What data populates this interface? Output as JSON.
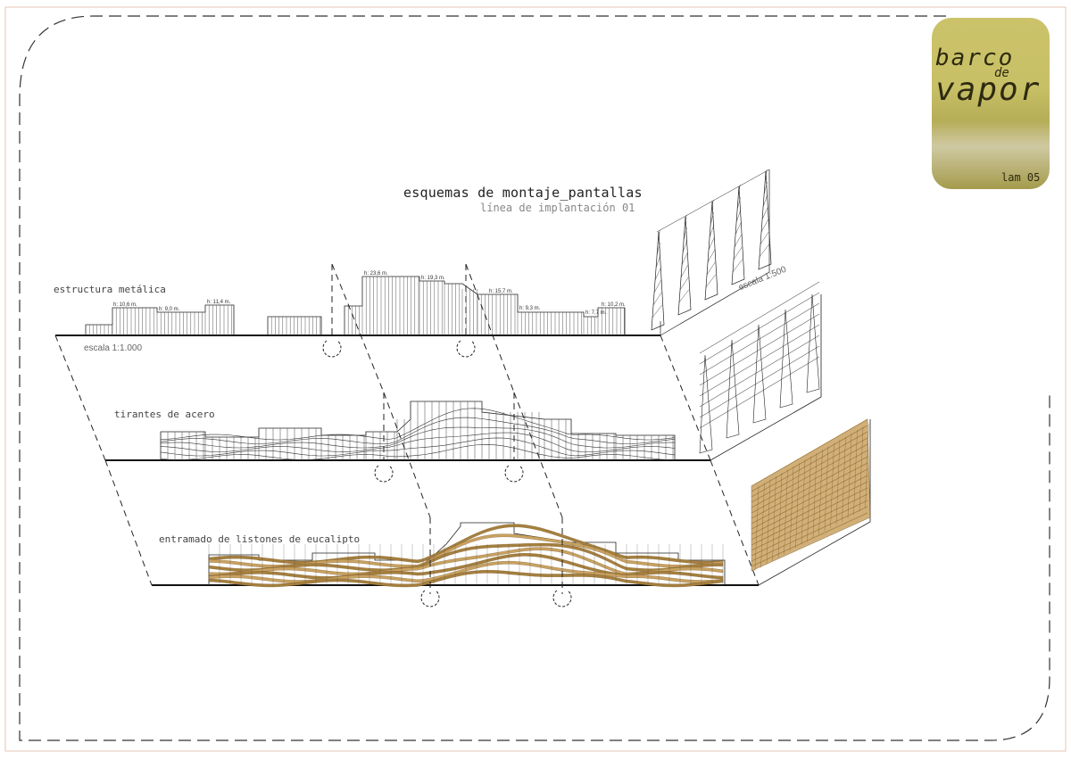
{
  "title": "esquemas de montaje_pantallas",
  "subtitle": "línea de implantación 01",
  "logo": {
    "word1": "barco",
    "word2": "de",
    "word3": "vapor"
  },
  "sheet_label": "lam 05",
  "layers": [
    {
      "label": "estructura metálica",
      "scale": "escala 1:1.000"
    },
    {
      "label": "tirantes de acero"
    },
    {
      "label": "entramado de listones de eucalipto"
    }
  ],
  "detail_scale": "escala 1:500",
  "heights": [
    {
      "label": "h: 10,6 m."
    },
    {
      "label": "h: 9,0 m."
    },
    {
      "label": "h: 11,4 m."
    },
    {
      "label": "h: 23,6 m."
    },
    {
      "label": "h: 19,3 m."
    },
    {
      "label": "h: 15,7 m."
    },
    {
      "label": "h: 9,3 m."
    },
    {
      "label": "h: 7,7 m."
    },
    {
      "label": "h: 10,2 m."
    }
  ],
  "colors": {
    "wood": "#c9a262",
    "wood_dark": "#a57f3e",
    "logo": "#c8c066",
    "border": "#333333"
  }
}
